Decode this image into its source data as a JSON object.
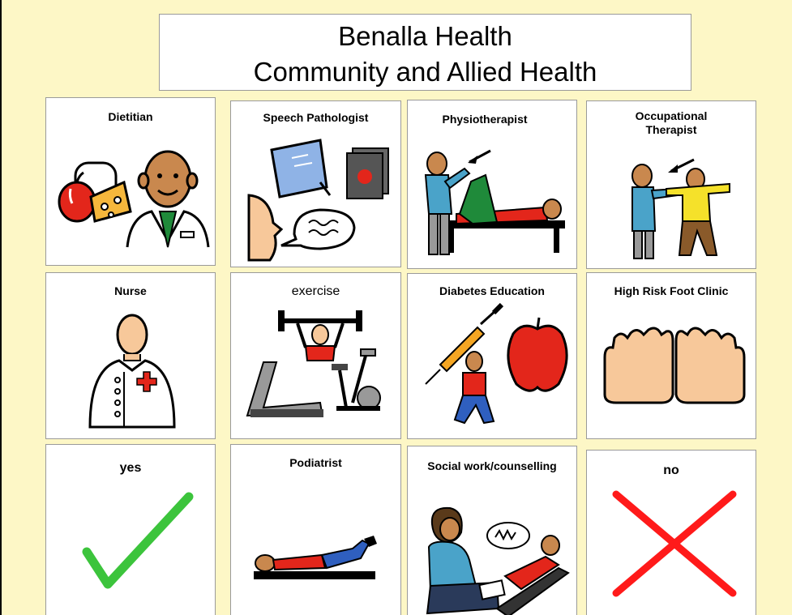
{
  "header": {
    "title_line1": "Benalla Health",
    "title_line2": "Community and Allied Health"
  },
  "cards": [
    {
      "label": "Dietitian",
      "icon": "dietitian-icon"
    },
    {
      "label": "Speech Pathologist",
      "icon": "speech-pathologist-icon"
    },
    {
      "label": "Physiotherapist",
      "icon": "physiotherapist-icon"
    },
    {
      "label": "Occupational Therapist",
      "label_line1": "Occupational",
      "label_line2": "Therapist",
      "icon": "occupational-therapist-icon"
    },
    {
      "label": "Nurse",
      "icon": "nurse-icon"
    },
    {
      "label": "exercise",
      "icon": "exercise-icon"
    },
    {
      "label": "Diabetes Education",
      "icon": "diabetes-education-icon"
    },
    {
      "label": "High Risk Foot Clinic",
      "icon": "foot-clinic-icon"
    },
    {
      "label": "yes",
      "icon": "check-icon"
    },
    {
      "label": "Podiatrist",
      "icon": "podiatrist-icon"
    },
    {
      "label": "Social work/counselling",
      "icon": "counselling-icon"
    },
    {
      "label": "no",
      "icon": "cross-icon"
    }
  ],
  "colors": {
    "background": "#fdf7c6",
    "yes_check": "#3cc43c",
    "no_cross": "#ff1a1a",
    "skin": "#f7c89a",
    "apple_red": "#e3261b"
  }
}
